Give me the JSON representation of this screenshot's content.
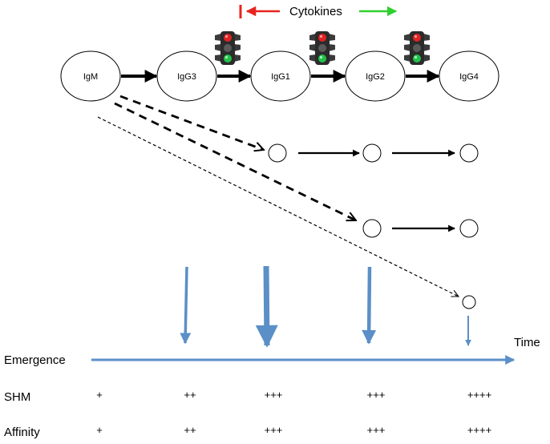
{
  "cytokines": {
    "label": "Cytokines",
    "inhibit_color": "#e8231d",
    "promote_color": "#2fcf2f"
  },
  "isotypes": [
    "IgM",
    "IgG3",
    "IgG1",
    "IgG2",
    "IgG4"
  ],
  "axis": {
    "left_label": "Emergence",
    "right_label": "Time",
    "color": "#5b8fc7"
  },
  "rows": [
    {
      "name": "SHM",
      "levels": [
        "+",
        "++",
        "+++",
        "+++",
        "++++"
      ]
    },
    {
      "name": "Affinity",
      "levels": [
        "+",
        "++",
        "+++",
        "+++",
        "++++"
      ]
    }
  ],
  "icons": {
    "switch_regulation": "traffic-light-icon"
  }
}
